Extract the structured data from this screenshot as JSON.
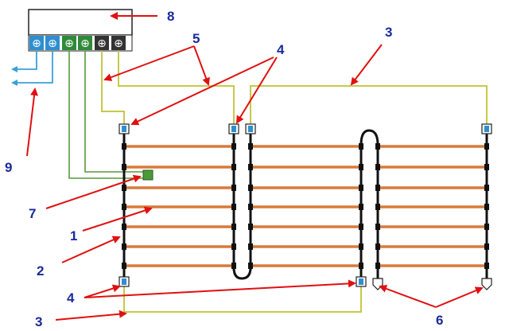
{
  "callouts": {
    "n1": "1",
    "n2": "2",
    "n3_top": "3",
    "n3_bottom": "3",
    "n4_top": "4",
    "n4_bottom": "4",
    "n5": "5",
    "n6": "6",
    "n7": "7",
    "n8": "8",
    "n9": "9"
  },
  "terminal_symbol": "⊕",
  "colors": {
    "heating_strip": "#d97a3a",
    "bus_tire": "#111111",
    "power_wire": "#c8c84a",
    "sensor_wire": "#5a9a3a",
    "output_wire": "#3aa0d8",
    "callout_arrow": "#e01010",
    "callout_text": "#1a2a9a",
    "terminal_blue": "#2e8fd0",
    "terminal_green": "#2f8a3a",
    "terminal_dark": "#333333",
    "sensor": "#4a9a3a"
  }
}
